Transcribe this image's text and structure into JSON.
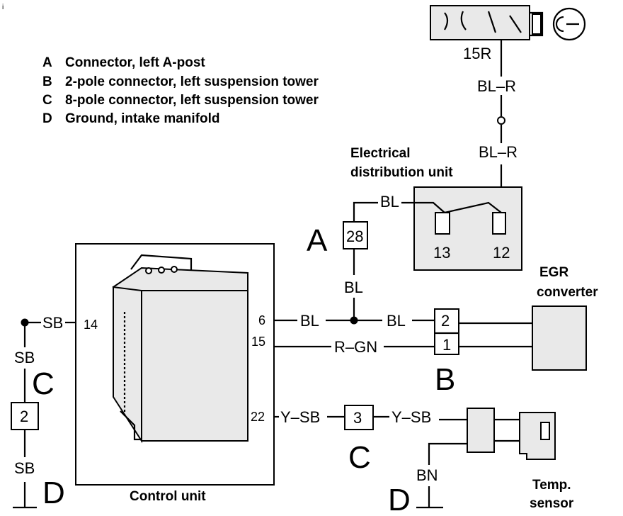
{
  "corner_mark": "i",
  "legend": [
    {
      "key": "A",
      "text": "Connector, left A-post"
    },
    {
      "key": "B",
      "text": "2-pole connector, left suspension tower"
    },
    {
      "key": "C",
      "text": "8-pole connector, left suspension tower"
    },
    {
      "key": "D",
      "text": "Ground, intake manifold"
    }
  ],
  "component_labels": {
    "distribution_unit_line1": "Electrical",
    "distribution_unit_line2": "distribution unit",
    "egr_line1": "EGR",
    "egr_line2": "converter",
    "control_unit": "Control unit",
    "temp_line1": "Temp.",
    "temp_line2": "sensor"
  },
  "connector_letters": {
    "a": "A",
    "b": "B",
    "c_left": "C",
    "c_bottom": "C",
    "d_left": "D",
    "d_bottom": "D"
  },
  "connector_pins": {
    "a": "28",
    "b_top": "2",
    "b_bottom": "1",
    "c_left": "2",
    "c_bottom": "3"
  },
  "distribution_terminals": {
    "left": "13",
    "right": "12"
  },
  "control_unit_pins": {
    "p14": "14",
    "p6": "6",
    "p15": "15",
    "p22": "22"
  },
  "fuse": "15R",
  "wire_labels": {
    "top_1": "BL–R",
    "top_2": "BL–R",
    "dist_bl": "BL",
    "a_bl": "BL",
    "cu_bl_left": "BL",
    "cu_bl_right": "BL",
    "rgn": "R–GN",
    "sb_top": "SB",
    "sb_mid": "SB",
    "sb_bottom": "SB",
    "ysb_left": "Y–SB",
    "ysb_right": "Y–SB",
    "bn": "BN"
  }
}
